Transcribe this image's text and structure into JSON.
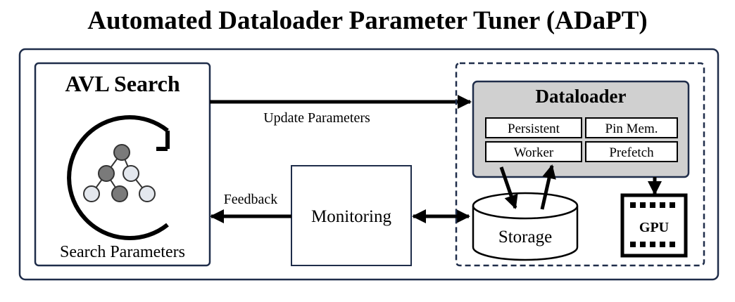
{
  "title": "Automated Dataloader Parameter Tuner (ADaPT)",
  "avl_search": {
    "title": "AVL Search",
    "caption": "Search Parameters",
    "icon": "avl-tree-cycle-icon"
  },
  "arrows": {
    "update_label": "Update Parameters",
    "feedback_label": "Feedback"
  },
  "monitoring": {
    "label": "Monitoring"
  },
  "dataloader": {
    "title": "Dataloader",
    "params": [
      "Persistent",
      "Pin Mem.",
      "Worker",
      "Prefetch"
    ]
  },
  "storage": {
    "label": "Storage",
    "icon": "cylinder-icon"
  },
  "gpu": {
    "label": "GPU",
    "icon": "chip-icon"
  },
  "colors": {
    "border": "#1f2d4a",
    "dataloader_fill": "#d0d0d0",
    "node_dark": "#7a7a7a",
    "node_light": "#e4e8ee"
  }
}
